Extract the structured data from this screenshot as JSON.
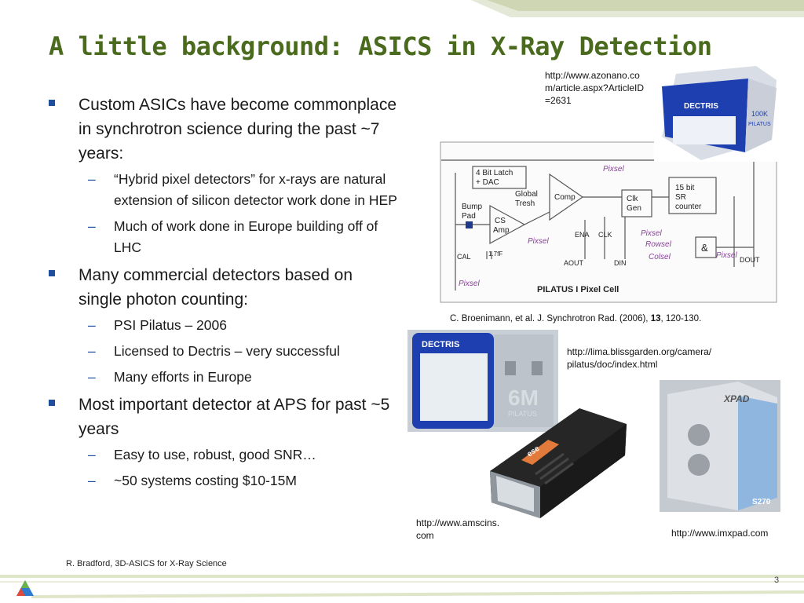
{
  "slide": {
    "title": "A little background:  ASICS in X-Ray Detection",
    "bullets": [
      {
        "text": "Custom ASICs have become commonplace in synchrotron science during the past ~7 years:",
        "sub": [
          "“Hybrid pixel detectors” for x-rays are natural extension of silicon detector work done in HEP",
          "Much of work done in Europe building off of LHC"
        ]
      },
      {
        "text": "Many commercial detectors based on single photon counting:",
        "sub": [
          "PSI Pilatus – 2006",
          "Licensed to Dectris – very successful",
          "Many efforts in Europe"
        ]
      },
      {
        "text": "Most important detector at APS for past ~5 years",
        "sub": [
          "Easy to use, robust, good SNR…",
          "~50 systems costing $10-15M"
        ]
      }
    ],
    "sources": {
      "azonano": "http://www.azonano.com/article.aspx?ArticleID=2631",
      "citation_authors": "C. Broenimann, et al. J. Synchrotron Rad. (2006), ",
      "citation_volume": "13",
      "citation_pages": ", 120-130.",
      "lima": "http://lima.blissgarden.org/camera/pilatus/doc/index.html",
      "amscins": "http://www.amscins.com",
      "imxpad": "http://www.imxpad.com"
    },
    "footer": "R. Bradford, 3D-ASICS for X-Ray Science",
    "page_number": "3"
  },
  "circuit": {
    "latch": "4 Bit Latch",
    "dac": "+ DAC",
    "global": "Global",
    "tresh": "Tresh",
    "comp": "Comp",
    "clk": "Clk",
    "gen": "Gen",
    "counter1": "15 bit",
    "counter2": "SR",
    "counter3": "counter",
    "bump1": "Bump",
    "bump2": "Pad",
    "cs": "CS",
    "amp": "Amp",
    "pixsel_top": "Pixsel",
    "pixsel_mid": "Pixsel",
    "pixsel_bottom": "Pixsel",
    "pixsel_right": "Pixsel",
    "pixsel_far": "Pixsel",
    "rowsel": "Rowsel",
    "colsel": "Colsel",
    "and": "&",
    "ena": "ENA",
    "clk_in": "CLK",
    "aout": "AOUT",
    "din": "DIN",
    "dout": "DOUT",
    "cal": "CAL",
    "cap": "1.7fF",
    "caption": "PILATUS I Pixel Cell"
  },
  "products": {
    "dectris_small_brand": "DECTRIS",
    "dectris_small_model": "100K",
    "dectris_small_series": "PILATUS",
    "dectris_large_brand": "DECTRIS",
    "dectris_large_model": "6M",
    "dectris_large_series": "PILATUS",
    "amscins_logo": "ese",
    "xpad_brand": "XPAD",
    "xpad_model": "S270"
  },
  "colors": {
    "title": "#4a6b1e",
    "bullet": "#1f4e9d",
    "circuit_label": "#8a3f9c"
  }
}
